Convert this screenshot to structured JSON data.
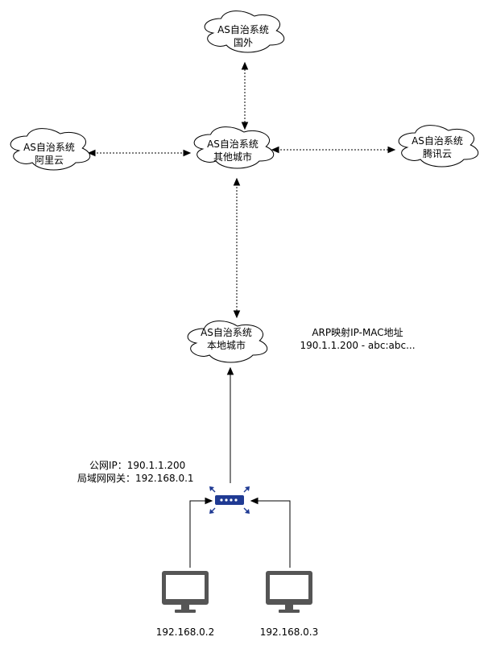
{
  "nodes": {
    "foreign": {
      "line1": "AS自治系统",
      "line2": "国外"
    },
    "aliyun": {
      "line1": "AS自治系统",
      "line2": "阿里云"
    },
    "other": {
      "line1": "AS自治系统",
      "line2": "其他城市"
    },
    "tencent": {
      "line1": "AS自治系统",
      "line2": "腾讯云"
    },
    "local": {
      "line1": "AS自治系统",
      "line2": "本地城市"
    }
  },
  "arp_note": {
    "line1": "ARP映射IP-MAC地址",
    "line2": "190.1.1.200 - abc:abc..."
  },
  "router_note": {
    "public_ip": "公网IP：190.1.1.200",
    "lan_gateway": "局域网网关：192.168.0.1"
  },
  "computers": {
    "pc1": {
      "ip": "192.168.0.2"
    },
    "pc2": {
      "ip": "192.168.0.3"
    }
  },
  "colors": {
    "router": "#1f3a93",
    "monitor": "#555555",
    "stroke": "#000000"
  },
  "icons": {
    "router": "router-icon",
    "computer": "monitor-icon"
  }
}
